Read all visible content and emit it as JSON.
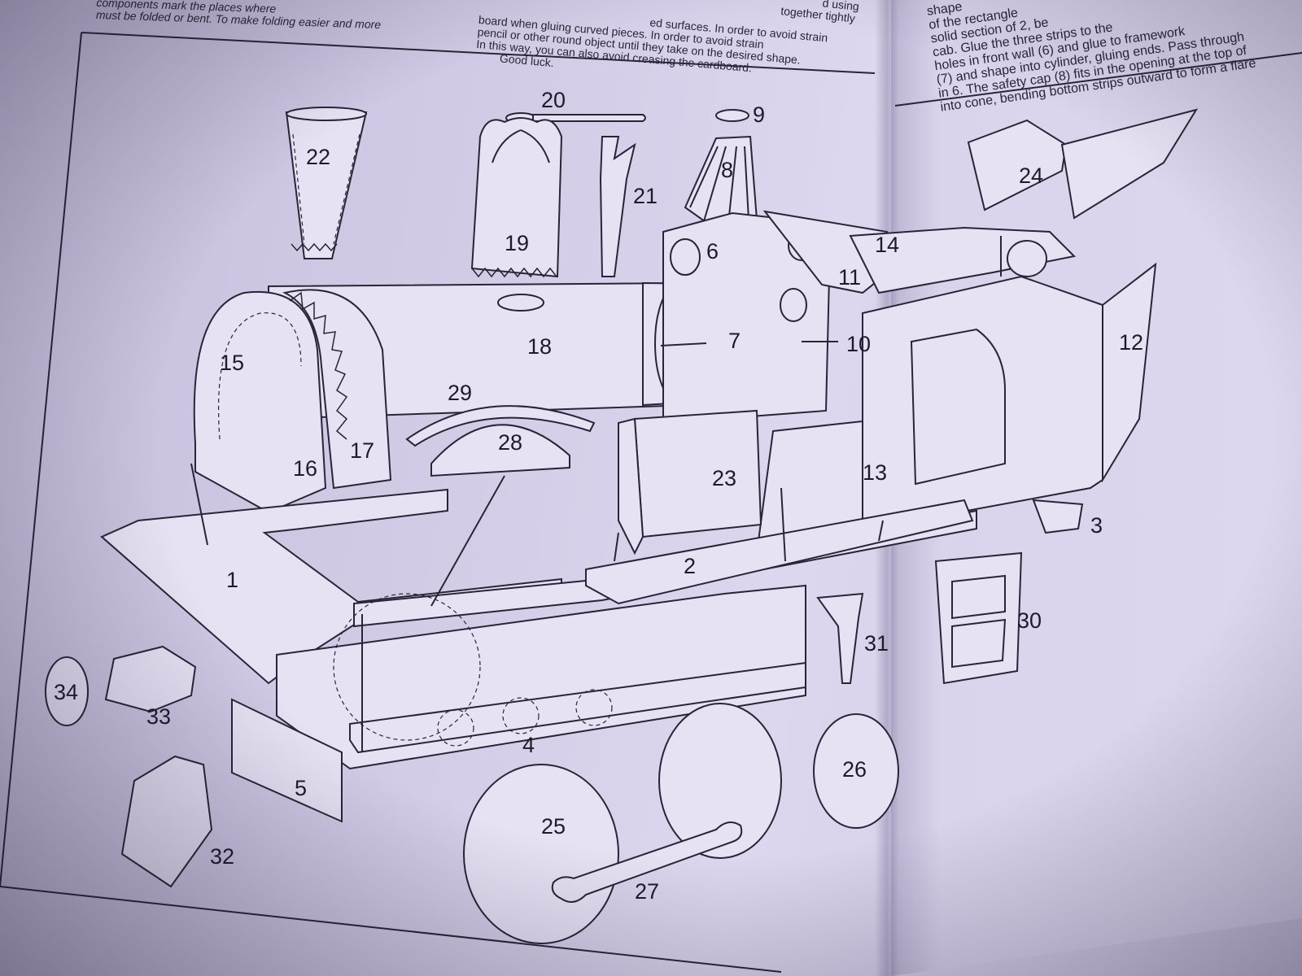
{
  "instructions_left": [
    "components mark the places where",
    "must be folded or bent. To make folding easier and more"
  ],
  "instructions_middle": [
    "board when gluing curved pieces. In order to avoid strain",
    "pencil or other round object until they take on the desired shape.",
    "In this way, you can also avoid creasing the cardboard.",
    "Good luck."
  ],
  "instructions_middle_top": [
    "ed surfaces. In order to avoid strain",
    "together tightly",
    "d using"
  ],
  "instructions_right": [
    "shape",
    "of the rectangle",
    "solid section of 2, be",
    "cab. Glue the three strips to the",
    "holes in front wall (6) and glue to framework",
    "(7) and shape into cylinder, gluing ends. Pass through",
    "in 6. The safety cap (8) fits in the opening at the top of",
    "into cone, bending bottom strips outward to form a flare"
  ],
  "part_labels": [
    "1",
    "2",
    "3",
    "4",
    "5",
    "6",
    "7",
    "8",
    "9",
    "10",
    "11",
    "12",
    "13",
    "14",
    "15",
    "16",
    "17",
    "18",
    "19",
    "20",
    "21",
    "22",
    "23",
    "24",
    "25",
    "26",
    "27",
    "28",
    "29",
    "30",
    "31",
    "32",
    "33",
    "34"
  ],
  "colors": {
    "paper": "#d8d2ea",
    "ink": "#2a2436"
  }
}
